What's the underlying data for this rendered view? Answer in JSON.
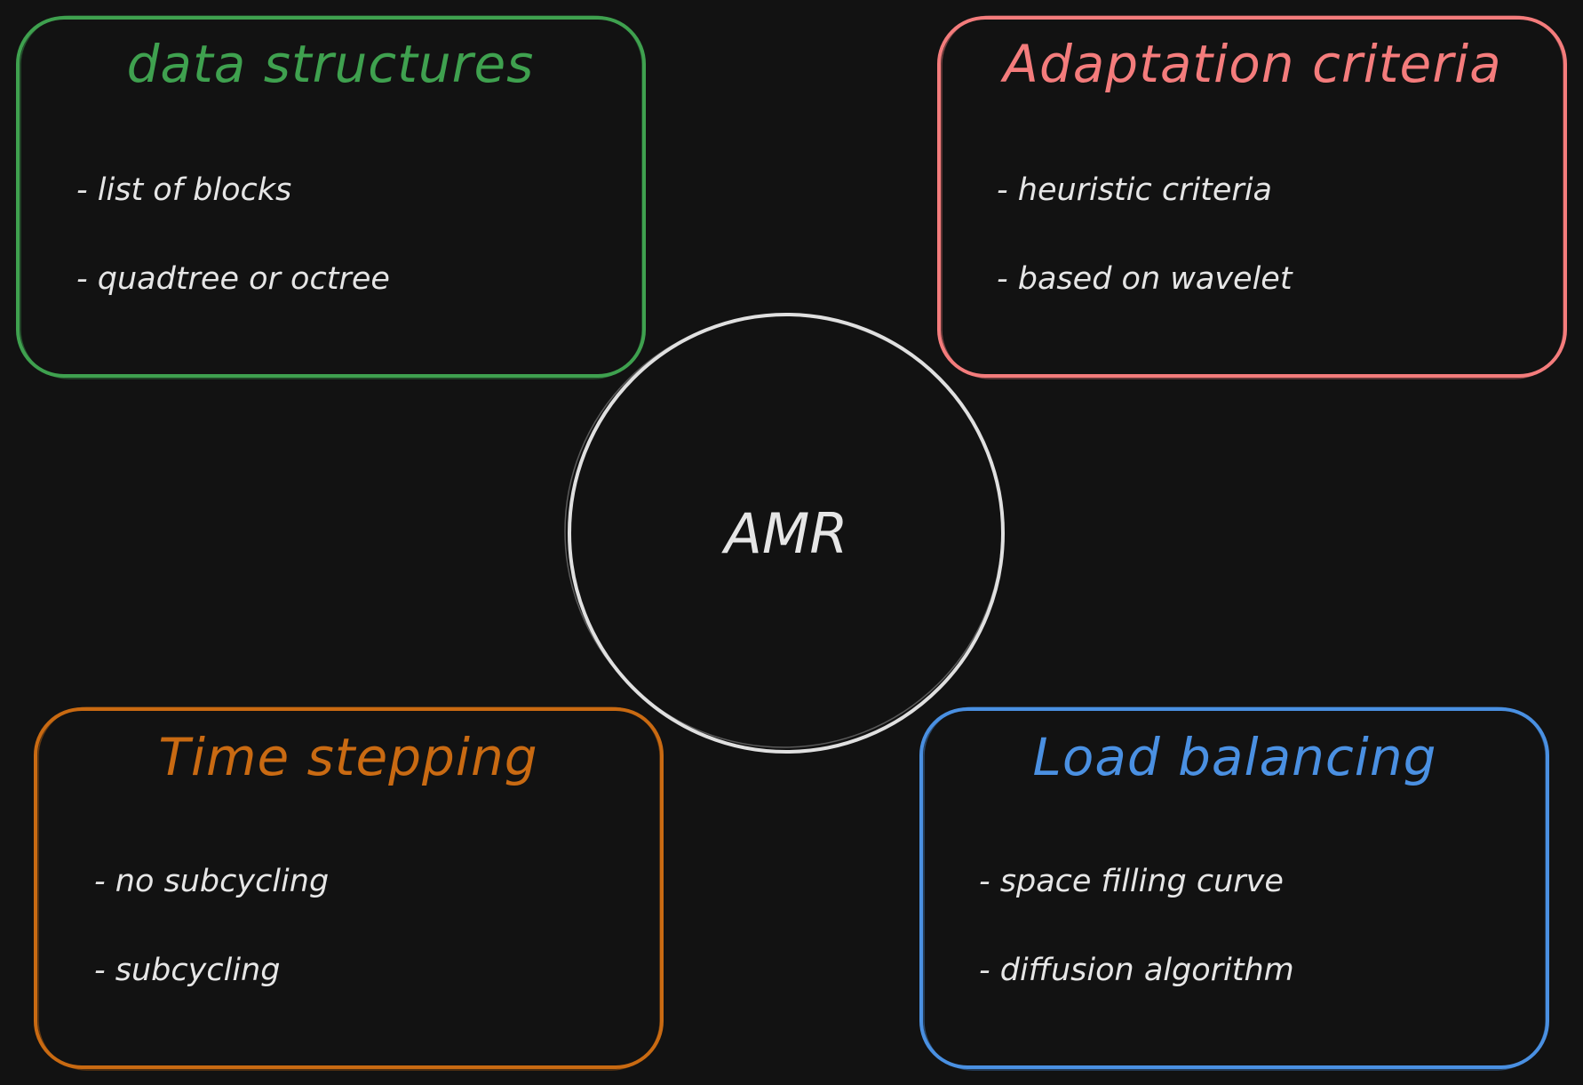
{
  "colors": {
    "background": "#121212",
    "text": "#e6e6e6",
    "center": "#e0e0e0",
    "data_structures": "#3fa14f",
    "adaptation_criteria": "#f47c7c",
    "time_stepping": "#c96a12",
    "load_balancing": "#4a90e2"
  },
  "center": {
    "label": "AMR"
  },
  "boxes": {
    "data_structures": {
      "title": "data structures",
      "items": [
        "- list of blocks",
        "- quadtree or octree"
      ]
    },
    "adaptation_criteria": {
      "title": "Adaptation criteria",
      "items": [
        "- heuristic criteria",
        "- based on wavelet"
      ]
    },
    "time_stepping": {
      "title": "Time stepping",
      "items": [
        "- no subcycling",
        "- subcycling"
      ]
    },
    "load_balancing": {
      "title": "Load balancing",
      "items": [
        "- space filling curve",
        "- diffusion algorithm"
      ]
    }
  }
}
